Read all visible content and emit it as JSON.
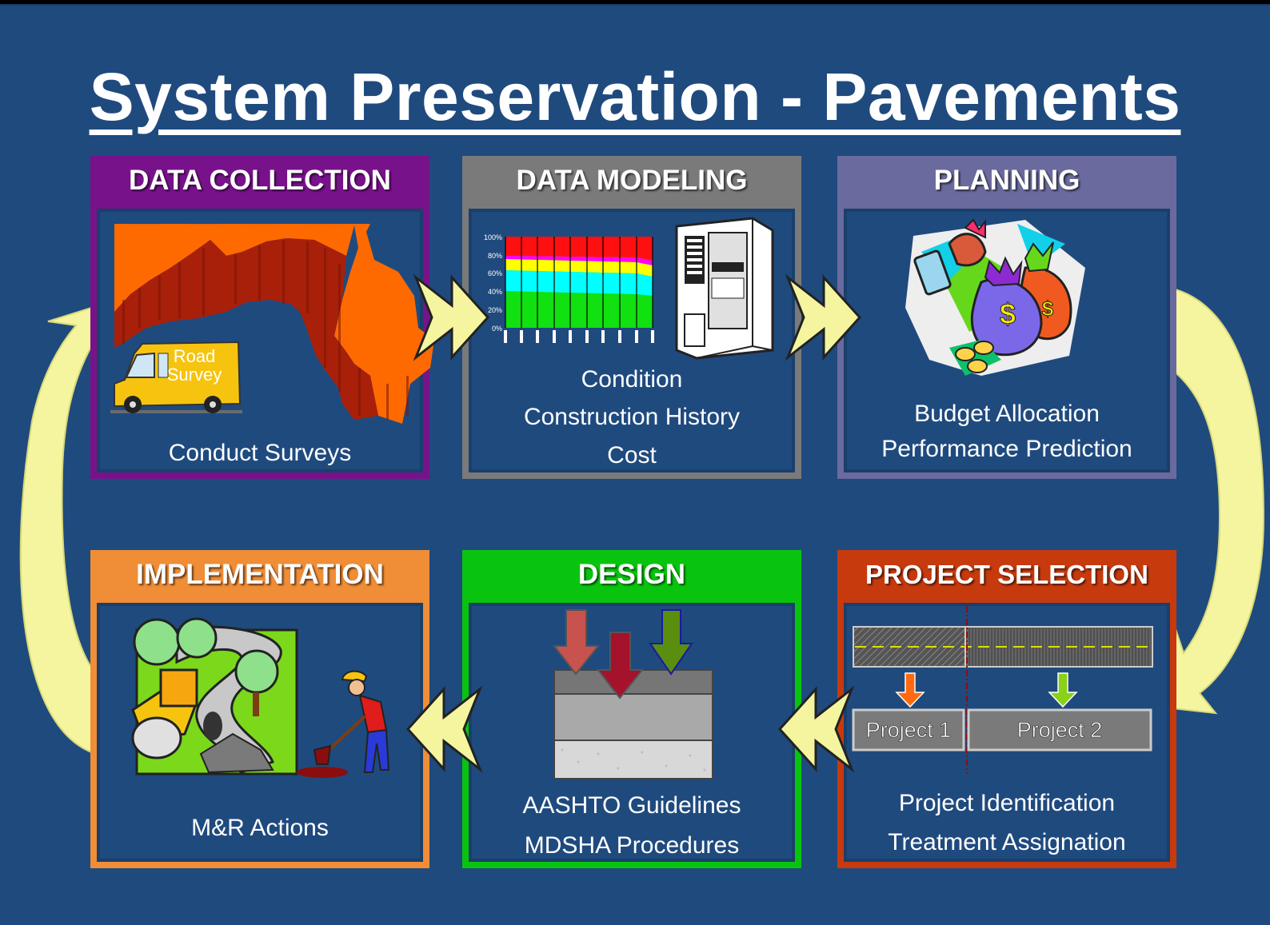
{
  "title": "System Preservation - Pavements",
  "colors": {
    "background": "#1f4a7e",
    "arrow_fill": "#f5f5a0",
    "data_collection": "#78128a",
    "data_modeling": "#7a7a7a",
    "planning": "#6a6a9e",
    "project_selection": "#c73a0e",
    "design": "#09c40f",
    "implementation": "#f08d37"
  },
  "cards": {
    "data_collection": {
      "heading": "DATA COLLECTION",
      "van_text": [
        "Road",
        "Survey"
      ],
      "caption": "Conduct Surveys"
    },
    "data_modeling": {
      "heading": "DATA MODELING",
      "chart_ticks": [
        "100%",
        "80%",
        "60%",
        "40%",
        "20%",
        "0%"
      ],
      "captions": [
        "Condition",
        "Construction History",
        "Cost"
      ]
    },
    "planning": {
      "heading": "PLANNING",
      "captions": [
        "Budget Allocation",
        "Performance Prediction"
      ]
    },
    "project_selection": {
      "heading": "PROJECT SELECTION",
      "projects": [
        "Project 1",
        "Project 2"
      ],
      "captions": [
        "Project Identification",
        "Treatment Assignation"
      ]
    },
    "design": {
      "heading": "DESIGN",
      "captions": [
        "AASHTO Guidelines",
        "MDSHA Procedures"
      ]
    },
    "implementation": {
      "heading": "IMPLEMENTATION",
      "caption": "M&R Actions"
    }
  },
  "icons": {
    "flow_arrows": "chevron-right-arrow",
    "cycle_arrows": "curved-arrow",
    "van": "survey-van-icon",
    "map": "3d-state-map-icon",
    "server": "server-icon",
    "money": "money-bags-icon",
    "road": "road-roller-icon",
    "worker": "worker-shovel-icon"
  }
}
